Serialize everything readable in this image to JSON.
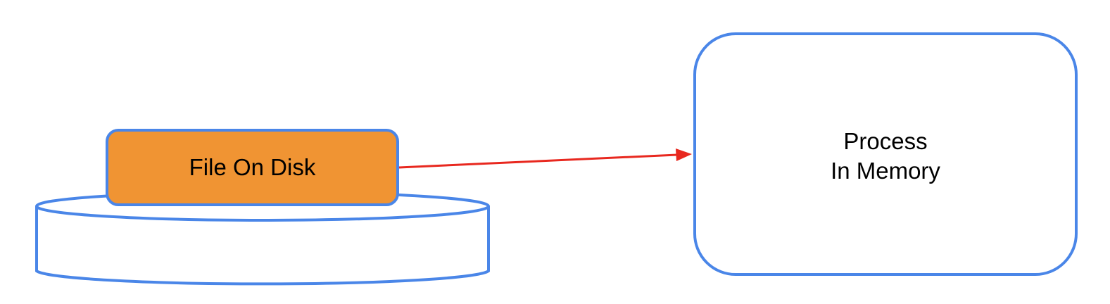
{
  "diagram": {
    "file_node": {
      "label": "File On Disk"
    },
    "process_node": {
      "line1": "Process",
      "line2": "In Memory"
    },
    "colors": {
      "outline": "#4a86e8",
      "file_fill": "#f09433",
      "arrow": "#e8281f",
      "background": "#ffffff"
    }
  }
}
